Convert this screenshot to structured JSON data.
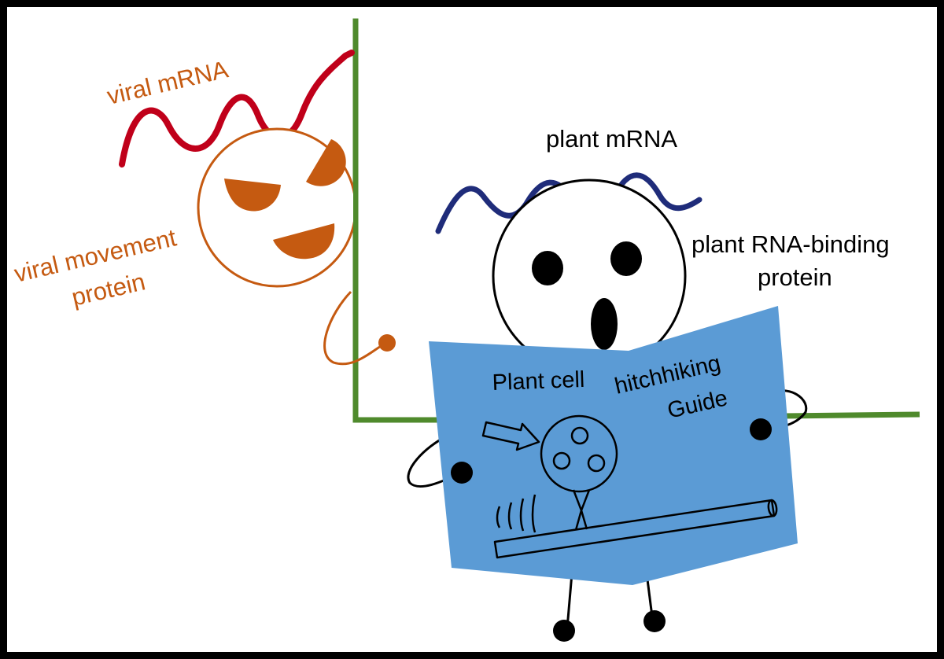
{
  "labels": {
    "viral_mrna": "viral mRNA",
    "viral_movement_protein_line1": "viral movement",
    "viral_movement_protein_line2": "protein",
    "plant_mrna": "plant mRNA",
    "plant_rbp_line1": "plant RNA-binding",
    "plant_rbp_line2": "protein"
  },
  "book": {
    "title_left": "Plant cell",
    "title_right_line1": "hitchhiking",
    "title_right_line2": "Guide"
  },
  "colors": {
    "cell_wall": "#4f8a2c",
    "viral_mrna": "#c0001a",
    "viral_protein": "#c55a11",
    "plant_mrna": "#1f2c7a",
    "book": "#5b9bd5",
    "ink": "#000000"
  }
}
